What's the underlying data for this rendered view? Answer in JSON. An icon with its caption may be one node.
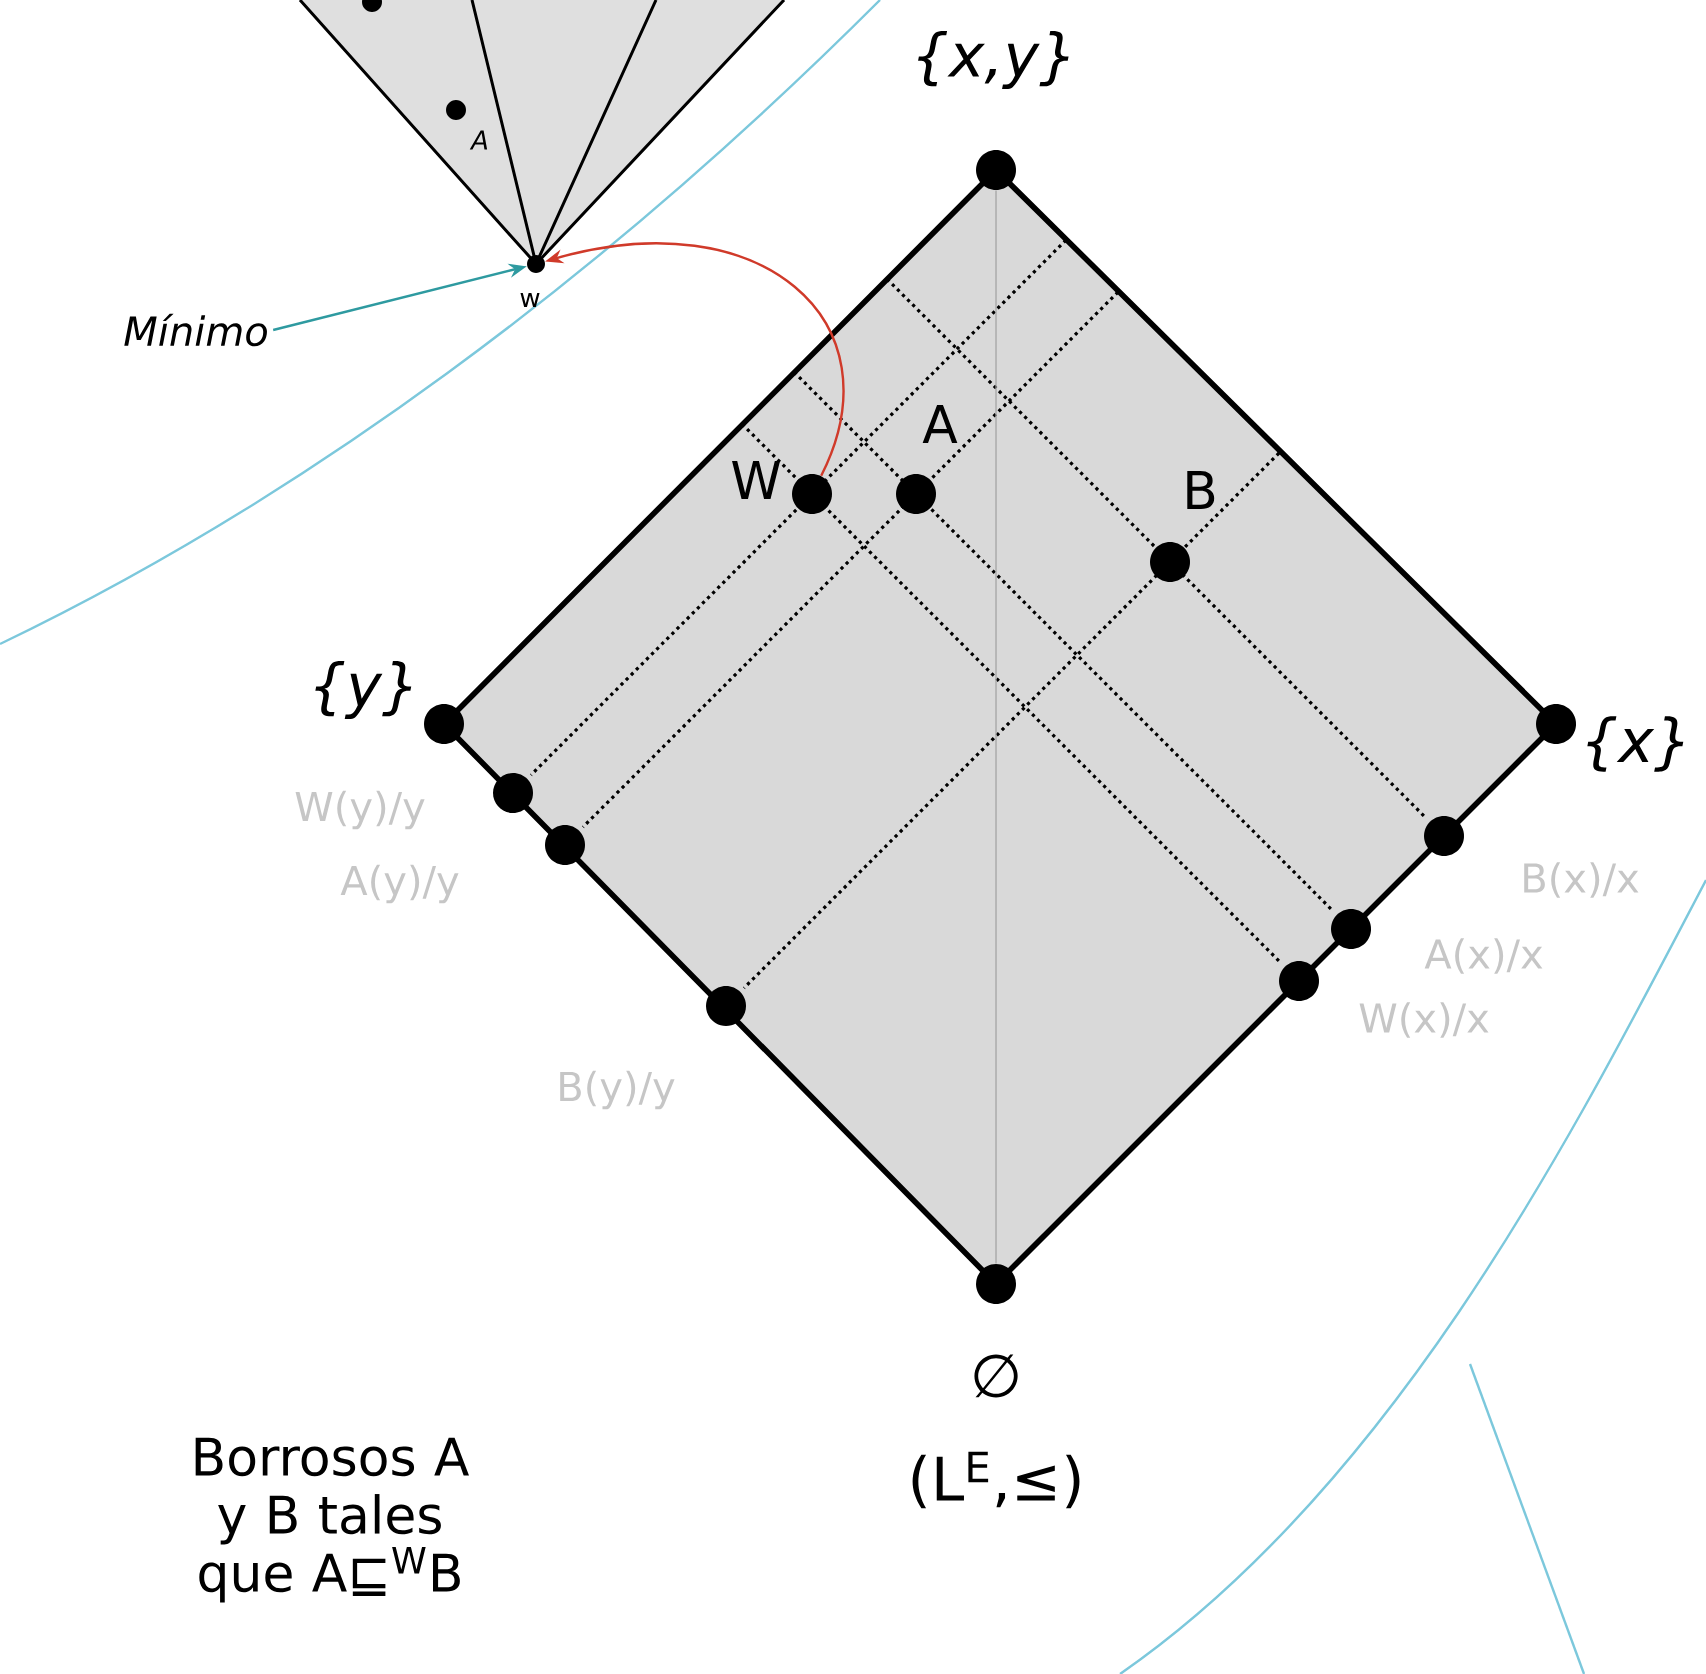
{
  "diagram": {
    "nodes": [
      {
        "text": [
          "w"
        ]
      },
      {
        "text": [
          "Mínimo"
        ]
      },
      {
        "text": [
          "W"
        ]
      },
      {
        "text": [
          "A"
        ]
      },
      {
        "text": [
          "{x,y}"
        ]
      },
      {
        "text": [
          "{y}"
        ]
      },
      {
        "text": [
          "{x}"
        ]
      },
      {
        "text": [
          "A"
        ]
      },
      {
        "text": [
          "B"
        ]
      },
      {
        "text": [
          "W(y)/y"
        ]
      },
      {
        "text": [
          "A(y)/y"
        ]
      },
      {
        "text": [
          "B(x)/x"
        ]
      },
      {
        "text": [
          "A(x)/x"
        ]
      },
      {
        "text": [
          "W(x)/x"
        ]
      },
      {
        "text": [
          "B(y)/y"
        ]
      },
      {
        "text": [
          "∅"
        ]
      }
    ],
    "edges": [
      {
        "from": 1,
        "to": 0,
        "arrow": "to",
        "color": "#2e9aa0"
      },
      {
        "from": 2,
        "to": 0,
        "arrow": "to",
        "color": "#d03a2a"
      },
      {
        "from": 4,
        "to": 15,
        "arrow": "none",
        "color": "#a0a0a0"
      }
    ],
    "labels": [
      "Borrosos A y B tales que A⊑$^{W}$B",
      "(L$^{E}$,≤)"
    ]
  }
}
